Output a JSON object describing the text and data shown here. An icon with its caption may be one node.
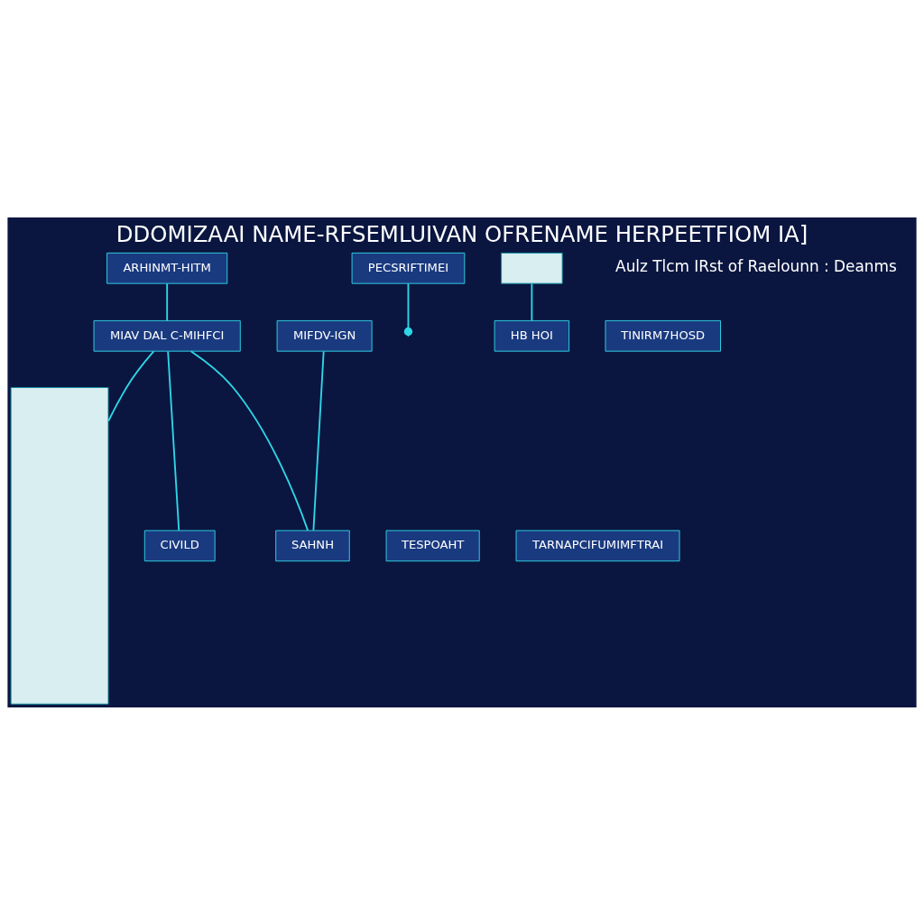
{
  "diagram": {
    "title": "DDOMIZAAI NAME-RFSEMLUIVAN OFRENAME HERPEETFIOM IA]",
    "nodes": [
      {
        "text": [
          "ARHINMT-HITM"
        ]
      },
      {
        "text": [
          "PECSRIFTIMEI"
        ]
      },
      {
        "text": [
          "MIAV DAL C-MIHFCI"
        ]
      },
      {
        "text": [],
        "shape": "box"
      },
      {
        "text": [
          "MIFDV-IGN"
        ]
      },
      {
        "text": [
          "SAHNH"
        ]
      },
      {
        "text": [
          "TESPOAHT"
        ]
      },
      {
        "text": [],
        "shape": "box"
      },
      {
        "text": [
          "HB HOI"
        ]
      },
      {
        "text": [
          "TINIRM7HOSD"
        ]
      },
      {
        "text": [
          "CIVILD"
        ]
      },
      {
        "text": [
          "TARNAPCIFUMIMFTRAI"
        ]
      }
    ],
    "edges": [
      {
        "from": 0,
        "to": 2,
        "arrow": "none"
      },
      {
        "from": 2,
        "to": 3,
        "arrow": "none"
      },
      {
        "from": 1,
        "to": null,
        "arrow": "other"
      },
      {
        "from": 2,
        "to": 5,
        "arrow": "none"
      },
      {
        "from": 4,
        "to": 5,
        "arrow": "none"
      },
      {
        "from": 2,
        "to": 10,
        "arrow": "none"
      },
      {
        "from": 7,
        "to": 8,
        "arrow": "none"
      }
    ],
    "labels": [
      "Aulz Tlcm IRst of Raelounn : Deanms"
    ]
  }
}
